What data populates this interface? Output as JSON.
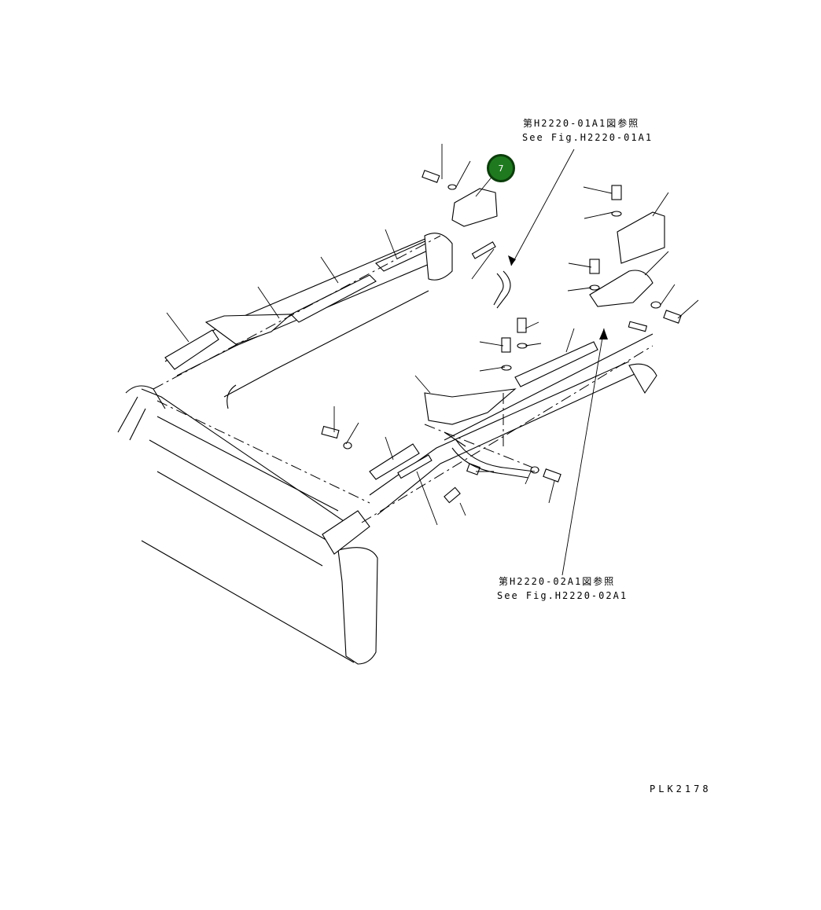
{
  "references": {
    "top_jp": "第H2220-01A1図参照",
    "top_en": "See Fig.H2220-01A1",
    "bottom_jp": "第H2220-02A1図参照",
    "bottom_en": "See Fig.H2220-02A1"
  },
  "callout": {
    "label": "7",
    "color": "#1f7a1f"
  },
  "drawing_code": "PLK2178"
}
